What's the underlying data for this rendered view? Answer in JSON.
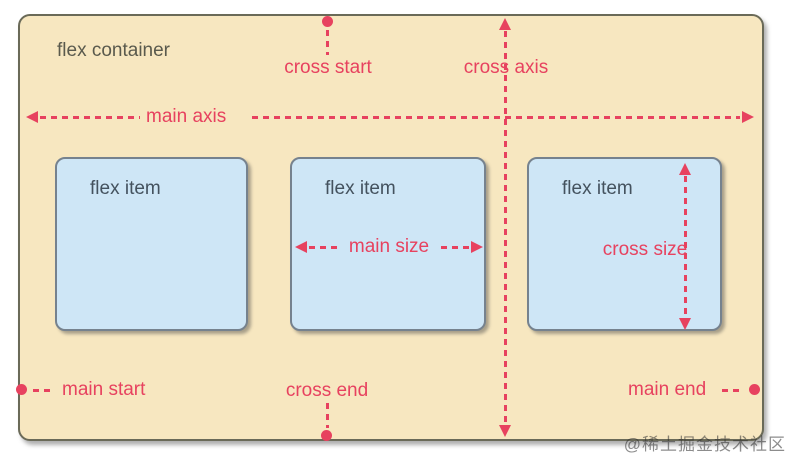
{
  "colors": {
    "page_bg": "#ffffff",
    "container_bg": "#f7e7c0",
    "container_border": "#6a6a58",
    "item_bg": "#cee6f6",
    "item_border": "#76828e",
    "accent": "#e7425f",
    "container_text": "#5a5a4d",
    "item_text": "#44525e",
    "watermark_color": "rgba(45,45,45,0.55)"
  },
  "container": {
    "label": "flex container"
  },
  "items": [
    {
      "label": "flex item"
    },
    {
      "label": "flex item"
    },
    {
      "label": "flex item"
    }
  ],
  "annotations": {
    "main_axis": "main axis",
    "cross_axis": "cross axis",
    "cross_start": "cross start",
    "cross_end": "cross end",
    "main_start": "main start",
    "main_end": "main end",
    "main_size": "main size",
    "cross_size": "cross size"
  },
  "watermark": "@稀土掘金技术社区"
}
